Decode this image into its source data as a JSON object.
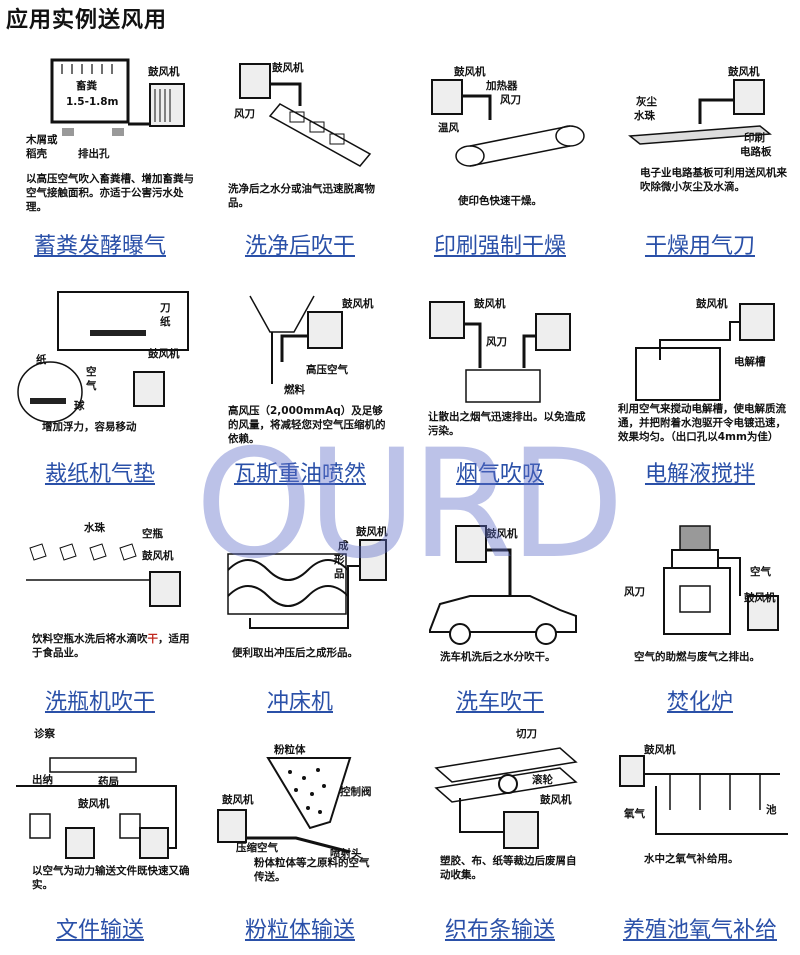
{
  "page": {
    "title": "应用实例送风用"
  },
  "watermark": "OURD",
  "colors": {
    "link": "#2a50a8",
    "highlight": "#c0281e",
    "watermark": "#5f6ec8"
  },
  "cells": [
    {
      "caption": "蓄粪发酵曝气",
      "labels": [
        "鼓风机",
        "畜粪",
        "1.5-1.8m",
        "木屑或",
        "稻壳",
        "排出孔"
      ],
      "desc": "以高压空气吹入畜粪槽、增加畜粪与空气接触面积。亦适于公害污水处理。"
    },
    {
      "caption": "洗净后吹干",
      "labels": [
        "鼓风机",
        "风刀"
      ],
      "desc": "洗净后之水分或油气迅速脱离物品。"
    },
    {
      "caption": "印刷强制干燥",
      "labels": [
        "鼓风机",
        "加热器",
        "风刀",
        "温风"
      ],
      "desc": "使印色快速干燥。"
    },
    {
      "caption": "干燥用气刀",
      "labels": [
        "鼓风机",
        "灰尘",
        "水珠",
        "印刷",
        "电路板"
      ],
      "desc": "电子业电路基板可利用送风机来吹除微小灰尘及水滴。"
    },
    {
      "caption": "裁纸机气垫",
      "labels": [
        "刀",
        "纸",
        "鼓风机",
        "纸",
        "空",
        "气",
        "球"
      ],
      "desc": "增加浮力，容易移动"
    },
    {
      "caption": "瓦斯重油喷然",
      "labels": [
        "鼓风机",
        "高压空气",
        "燃料"
      ],
      "desc": "高风压（2,000mmAq）及足够的风量，将减轻您对空气压缩机的依赖。"
    },
    {
      "caption": "烟气吹吸",
      "labels": [
        "鼓风机",
        "风刀"
      ],
      "desc": "让散出之烟气迅速排出。以免造成污染。"
    },
    {
      "caption": "电解液搅拌",
      "labels": [
        "鼓风机",
        "电解槽"
      ],
      "desc": "利用空气来搅动电解槽，使电解质流通，并把附着水泡驱开令电镀迅速，效果均匀。（出口孔以4mm为佳）"
    },
    {
      "caption": "洗瓶机吹干",
      "labels": [
        "水珠",
        "空瓶",
        "鼓风机"
      ],
      "desc_pre": "饮料空瓶水洗后将水滴吹",
      "desc_red": "干",
      "desc_post": "，适用于食品业。"
    },
    {
      "caption": "冲床机",
      "labels": [
        "鼓风机",
        "成",
        "形",
        "品"
      ],
      "desc": "便利取出冲压后之成形品。"
    },
    {
      "caption": "洗车吹干",
      "labels": [
        "鼓风机"
      ],
      "desc": "洗车机洗后之水分吹干。"
    },
    {
      "caption": "焚化炉",
      "labels": [
        "空气",
        "风刀",
        "鼓风机"
      ],
      "desc": "空气的助燃与废气之排出。"
    },
    {
      "caption": "文件输送",
      "labels": [
        "诊察",
        "出纳",
        "药局",
        "鼓风机"
      ],
      "desc": "以空气为动力输送文件既快速又确实。"
    },
    {
      "caption": "粉粒体输送",
      "labels": [
        "粉粒体",
        "鼓风机",
        "控制阀",
        "压缩空气",
        "喷射头"
      ],
      "desc": "粉体粒体等之原料的空气传送。"
    },
    {
      "caption": "织布条输送",
      "labels": [
        "切刀",
        "滚轮",
        "鼓风机"
      ],
      "desc": "塑胶、布、纸等裁边后废屑自动收集。"
    },
    {
      "caption": "养殖池氧气补给",
      "labels": [
        "鼓风机",
        "氧气",
        "池"
      ],
      "desc": "水中之氧气补给用。"
    }
  ]
}
